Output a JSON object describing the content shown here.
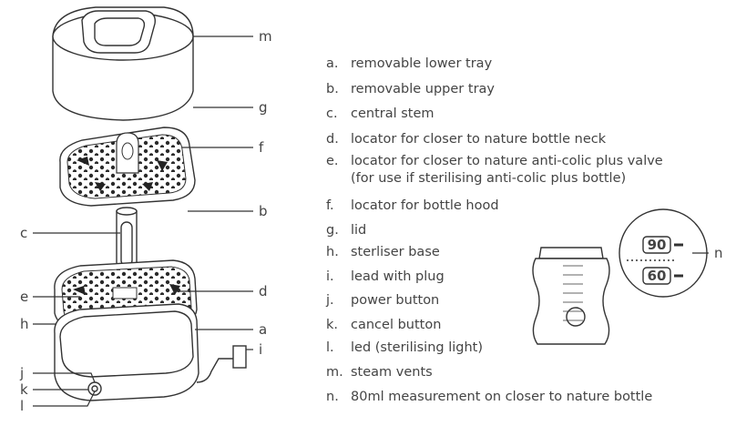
{
  "callouts": {
    "m": "m",
    "g": "g",
    "f": "f",
    "b": "b",
    "c": "c",
    "d": "d",
    "e": "e",
    "h": "h",
    "a": "a",
    "i": "i",
    "j": "j",
    "k": "k",
    "l": "l",
    "n": "n"
  },
  "bottle_marks": [
    "90",
    "60"
  ],
  "legend": [
    {
      "key": "a.",
      "text": "removable lower tray"
    },
    {
      "key": "b.",
      "text": "removable upper tray"
    },
    {
      "key": "c.",
      "text": "central stem"
    },
    {
      "key": "d.",
      "text": "locator for closer to nature bottle neck"
    },
    {
      "key": "e.",
      "text": "locator for closer to nature anti-colic plus valve",
      "sub": "(for use if sterilising anti-colic plus bottle)"
    },
    {
      "key": "f.",
      "text": "locator for bottle hood"
    },
    {
      "key": "g.",
      "text": "lid"
    },
    {
      "key": "h.",
      "text": "sterliser base"
    },
    {
      "key": "i.",
      "text": "lead with plug"
    },
    {
      "key": "j.",
      "text": "power button"
    },
    {
      "key": "k.",
      "text": "cancel button"
    },
    {
      "key": "l.",
      "text": "led (sterilising light)"
    },
    {
      "key": "m.",
      "text": "steam vents"
    },
    {
      "key": "n.",
      "text": "80ml measurement on closer to nature bottle"
    }
  ]
}
